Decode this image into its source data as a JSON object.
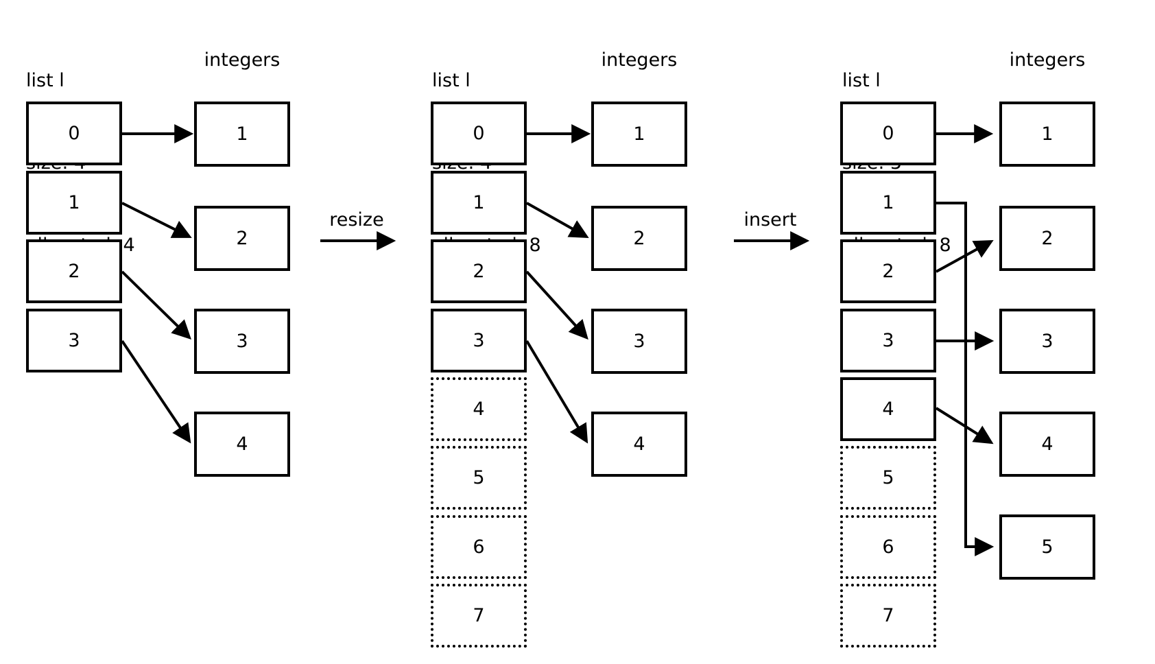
{
  "panels": [
    {
      "name": "initial",
      "header_lines": [
        "list l",
        "size: 4",
        "allocated: 4"
      ],
      "integers_label": "integers",
      "slots": [
        {
          "index": "0",
          "state": "used"
        },
        {
          "index": "1",
          "state": "used"
        },
        {
          "index": "2",
          "state": "used"
        },
        {
          "index": "3",
          "state": "used"
        }
      ],
      "integers": [
        "1",
        "2",
        "3",
        "4"
      ],
      "pointers": [
        {
          "slot": "0",
          "value": "1"
        },
        {
          "slot": "1",
          "value": "2"
        },
        {
          "slot": "2",
          "value": "3"
        },
        {
          "slot": "3",
          "value": "4"
        }
      ]
    },
    {
      "name": "after-resize",
      "header_lines": [
        "list l",
        "size: 4",
        "allocated: 8"
      ],
      "integers_label": "integers",
      "slots": [
        {
          "index": "0",
          "state": "used"
        },
        {
          "index": "1",
          "state": "used"
        },
        {
          "index": "2",
          "state": "used"
        },
        {
          "index": "3",
          "state": "used"
        },
        {
          "index": "4",
          "state": "allocated-unused"
        },
        {
          "index": "5",
          "state": "allocated-unused"
        },
        {
          "index": "6",
          "state": "allocated-unused"
        },
        {
          "index": "7",
          "state": "allocated-unused"
        }
      ],
      "integers": [
        "1",
        "2",
        "3",
        "4"
      ],
      "pointers": [
        {
          "slot": "0",
          "value": "1"
        },
        {
          "slot": "1",
          "value": "2"
        },
        {
          "slot": "2",
          "value": "3"
        },
        {
          "slot": "3",
          "value": "4"
        }
      ]
    },
    {
      "name": "after-insert",
      "header_lines": [
        "list l",
        "size: 5",
        "allocated: 8"
      ],
      "integers_label": "integers",
      "slots": [
        {
          "index": "0",
          "state": "used"
        },
        {
          "index": "1",
          "state": "used"
        },
        {
          "index": "2",
          "state": "used"
        },
        {
          "index": "3",
          "state": "used"
        },
        {
          "index": "4",
          "state": "used"
        },
        {
          "index": "5",
          "state": "allocated-unused"
        },
        {
          "index": "6",
          "state": "allocated-unused"
        },
        {
          "index": "7",
          "state": "allocated-unused"
        }
      ],
      "integers": [
        "1",
        "2",
        "3",
        "4",
        "5"
      ],
      "pointers": [
        {
          "slot": "0",
          "value": "1"
        },
        {
          "slot": "1",
          "value": "5"
        },
        {
          "slot": "2",
          "value": "2"
        },
        {
          "slot": "3",
          "value": "3"
        },
        {
          "slot": "4",
          "value": "4"
        }
      ]
    }
  ],
  "transitions": [
    {
      "label": "resize"
    },
    {
      "label": "insert"
    }
  ],
  "colors": {
    "ink": "#000000",
    "paper": "#ffffff"
  }
}
